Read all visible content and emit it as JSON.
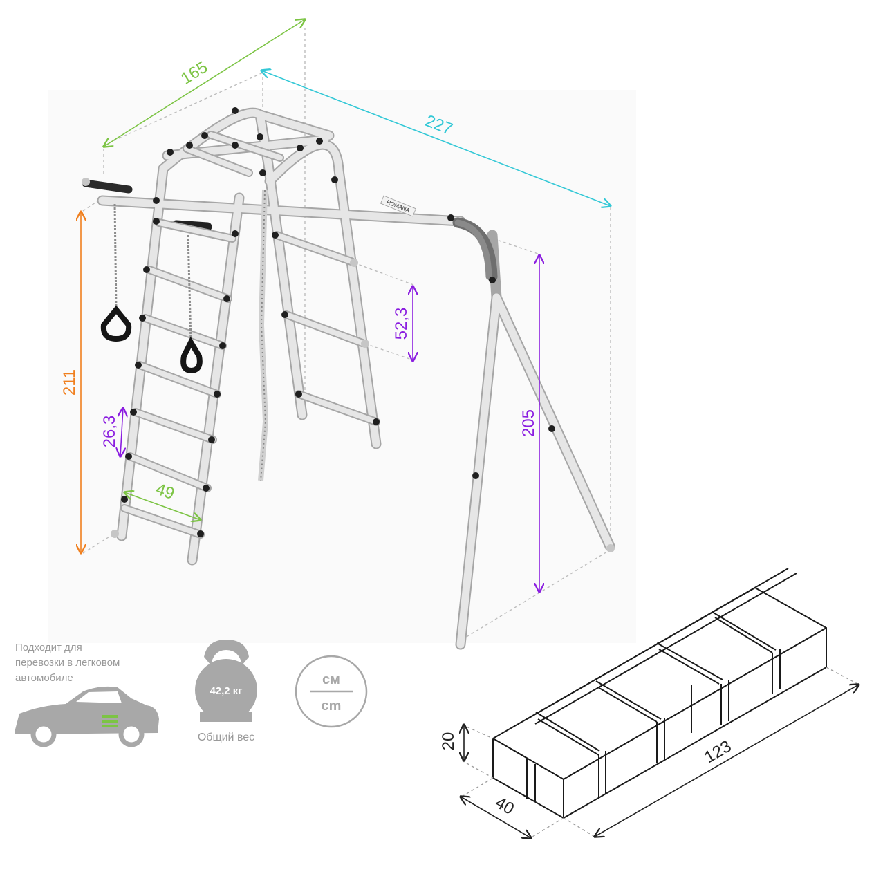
{
  "dimensions": {
    "width_top": "165",
    "length_top": "227",
    "height_left": "211",
    "height_right": "205",
    "step_left": "26,3",
    "step_right": "52,3",
    "ladder_width": "49",
    "box_length": "123",
    "box_width": "40",
    "box_height": "20"
  },
  "brand": "ROMANA",
  "info": {
    "car_caption_lines": [
      "Подходит для",
      "перевозки в легковом",
      "автомобиле"
    ],
    "weight_value": "42,2 кг",
    "weight_caption": "Общий вес",
    "unit_top": "см",
    "unit_bottom": "cm"
  },
  "colors": {
    "green": "#7cc444",
    "cyan": "#33c8d6",
    "orange": "#f07f1e",
    "purple": "#8b1ee0",
    "frame": "#e4e4e4",
    "frame_stroke": "#9e9e9e",
    "dark": "#222222",
    "grey_icon": "#a8a8a8"
  }
}
